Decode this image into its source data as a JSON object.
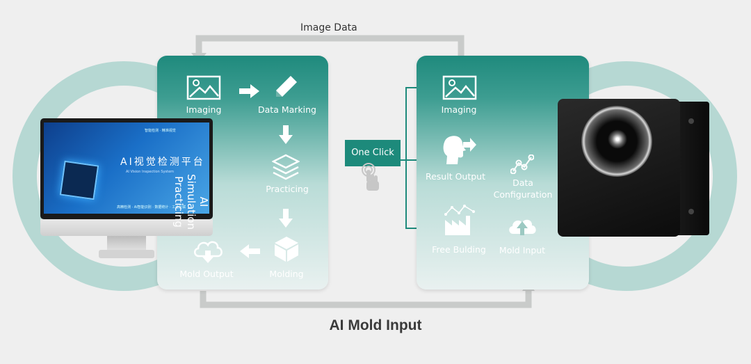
{
  "title": "AI Mold Input",
  "top_arrow_label": "Image Data",
  "left_panel": {
    "side_label_1": "AI",
    "side_label_2": "Simulation",
    "side_label_3": "Practicing",
    "steps": [
      {
        "label": "Imaging",
        "icon": "image-icon"
      },
      {
        "label": "Data Marking",
        "icon": "pencil-icon"
      },
      {
        "label": "Practicing",
        "icon": "layers-icon"
      },
      {
        "label": "Molding",
        "icon": "cube-icon"
      },
      {
        "label": "Mold Output",
        "icon": "cloud-download-icon"
      }
    ]
  },
  "one_click": {
    "label": "One Click",
    "icon": "touch-hand-icon"
  },
  "right_panel": {
    "steps": [
      {
        "label": "Imaging",
        "icon": "image-icon"
      },
      {
        "label": "Result Output",
        "icon": "head-arrow-icon"
      },
      {
        "label": "Data",
        "icon": "network-icon"
      },
      {
        "label": "Configuration",
        "icon": ""
      },
      {
        "label": "Free Bulding",
        "icon": "factory-icon"
      },
      {
        "label": "Mold Input",
        "icon": "cloud-upload-icon"
      }
    ]
  },
  "monitor": {
    "screen_title": "AI视觉检测平台",
    "screen_subtitle": "AI Vision Inspection System",
    "screen_footer": "高精检测 · AI智能识别 · 数据统计 · 工业互联",
    "screen_logo": "智能检测 · 精准视觉"
  },
  "colors": {
    "teal": "#1f8a7d",
    "ring": "#b6d8d3",
    "button": "#1d8a7b",
    "background": "#efefef"
  }
}
